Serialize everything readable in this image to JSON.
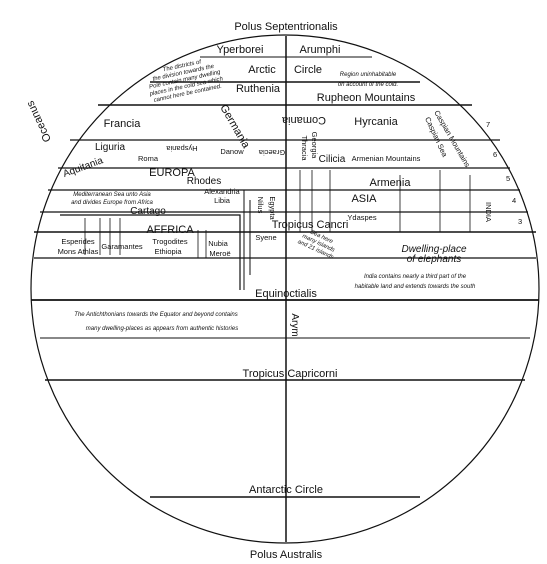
{
  "colors": {
    "ink": "#111111",
    "paper": "#ffffff"
  },
  "poles": {
    "north": "Polus Septentrionalis",
    "south": "Polus Australis"
  },
  "zones": {
    "arctic": "Arctic",
    "circle": "Circle",
    "tropic_cancer": "Tropicus Cancri",
    "equinoctial": "Equinoctialis",
    "tropic_capricorn": "Tropicus Capricorni",
    "antarctic": "Antarctic Circle",
    "meridian": "Arym"
  },
  "notes": {
    "north_districts": [
      "The districts of",
      "the division towards the",
      "Pole contain many dwelling",
      "places in the cold sea which",
      "cannot here be contained."
    ],
    "north_cold": [
      "Region uninhabitable",
      "on account of the cold."
    ],
    "mediterranean": [
      "Mediterranean Sea unto Asia",
      "and divides Europe from Africa"
    ],
    "india": [
      "India contains nearly a third part of the",
      "habitable land and extends towards the south"
    ],
    "antichthones": [
      "The Antichthonians towards the Equator and beyond contains",
      "many dwelling-places as appears from authentic histories"
    ],
    "sea_note": [
      "Sea here",
      "many islands",
      "and 21 islands"
    ]
  },
  "places": {
    "yperborei": "Yperborei",
    "arumphi": "Arumphi",
    "ruthenia": "Ruthenia",
    "rupheon": "Rupheon Mountains",
    "oceanus": "Oceanus",
    "francia": "Francia",
    "germania": "Germania",
    "comania": "Comania",
    "hyrcania": "Hyrcania",
    "caspian_mountains": "Caspian Mountains",
    "caspian_sea": "Caspian Sea",
    "liguria": "Liguria",
    "hyspania": "Hyspania",
    "danube": "Danow",
    "graecia": "Graecia",
    "georgia": "Georgia",
    "thracia": "Thracia",
    "cilicia": "Cilicia",
    "armenian_mountains": "Armenian Mountains",
    "aquitania": "Aquitania",
    "roma": "Roma",
    "europa": "EUROPA",
    "rhodes": "Rhodes",
    "armenia": "Armenia",
    "alexandria": "Alexandria",
    "libia": "Libia",
    "asia": "ASIA",
    "cartago": "Cartago",
    "nilus": "Nilus",
    "egypta": "Egypta",
    "ydaspes": "Ydaspes",
    "africa": "AFFRICA",
    "india_label": "INDIA",
    "syene": "Syene",
    "esperides": "Esperides",
    "mons_athlas": "Mons Athlas",
    "garamantes": "Garamantes",
    "trogodites": "Trogodites",
    "ethiopia": "Ethiopia",
    "nubia": "Nubia",
    "meroe": "Meroë",
    "dwelling_elephants": "Dwelling-place",
    "of_elephants": "of elephants"
  },
  "climes": [
    "7",
    "6",
    "5",
    "4",
    "3"
  ]
}
